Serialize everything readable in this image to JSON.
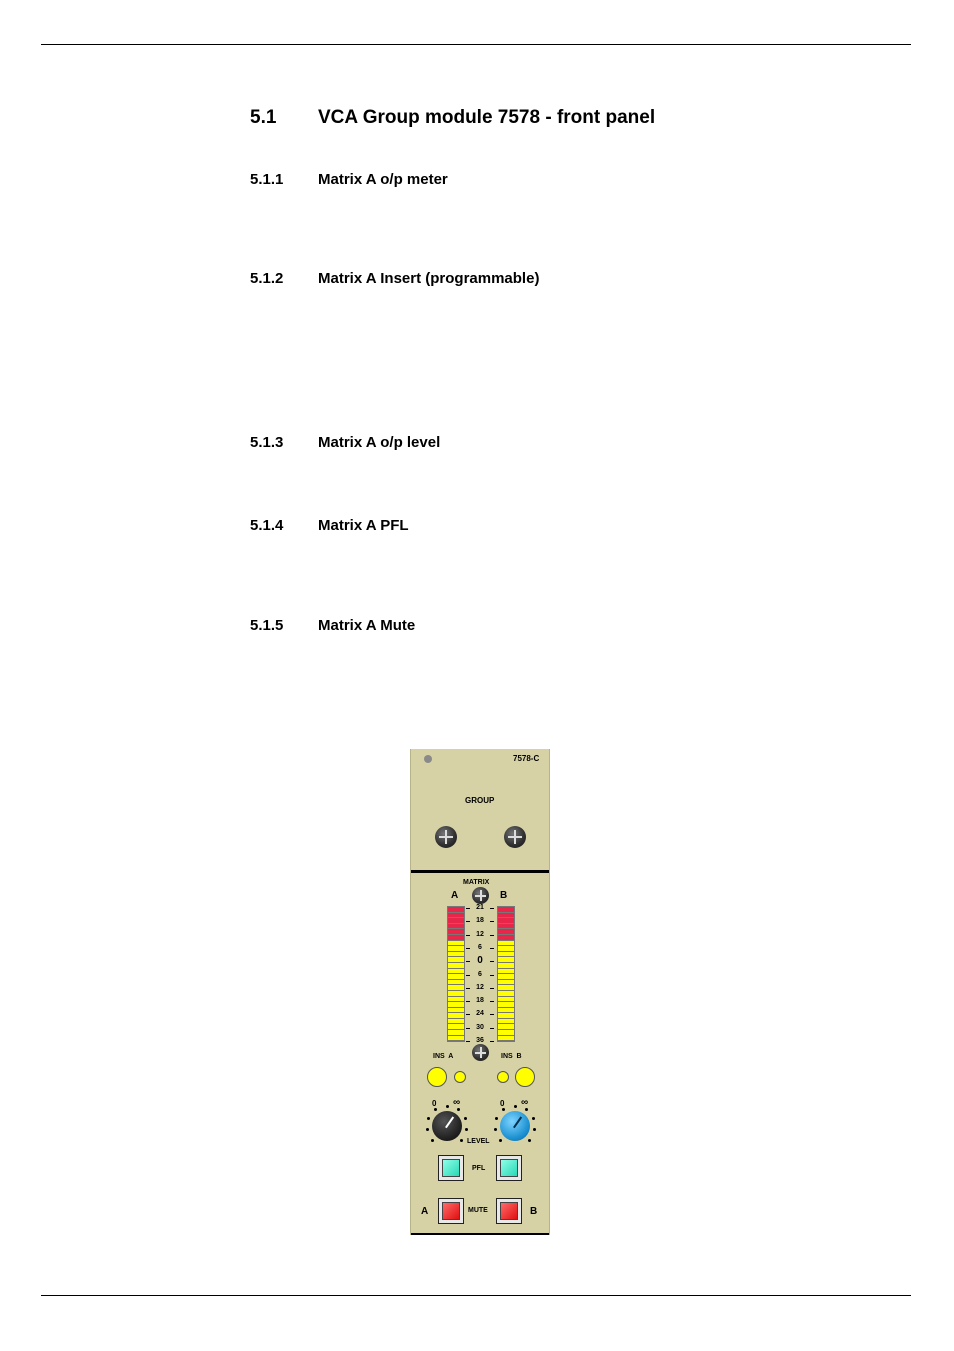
{
  "section": {
    "number": "5.1",
    "title": "VCA Group module 7578 - front panel"
  },
  "subsections": [
    {
      "number": "5.1.1",
      "title": "Matrix A o/p meter"
    },
    {
      "number": "5.1.2",
      "title": "Matrix A Insert (programmable)"
    },
    {
      "number": "5.1.3",
      "title": "Matrix A o/p level"
    },
    {
      "number": "5.1.4",
      "title": "Matrix A PFL"
    },
    {
      "number": "5.1.5",
      "title": "Matrix A Mute"
    }
  ],
  "panel": {
    "model": "7578-C",
    "group_label": "GROUP",
    "matrix_label": "MATRIX",
    "meter_a_label": "A",
    "meter_b_label": "B",
    "scale": [
      "21",
      "18",
      "12",
      "6",
      "0",
      "6",
      "12",
      "18",
      "24",
      "30",
      "36"
    ],
    "ins_a_label": "INS  A",
    "ins_b_label": "INS  B",
    "level_label": "LEVEL",
    "knob_zero": "0",
    "knob_inf": "∞",
    "pfl_label": "PFL",
    "mute_label": "MUTE",
    "mute_a_label": "A",
    "mute_b_label": "B",
    "colors": {
      "panel": "#d6d2a6",
      "meter_red": "#e8264a",
      "meter_yellow": "#ffff00",
      "pfl": "#27d8b6",
      "mute": "#e01010",
      "knob_b": "#1a8fd0"
    }
  }
}
